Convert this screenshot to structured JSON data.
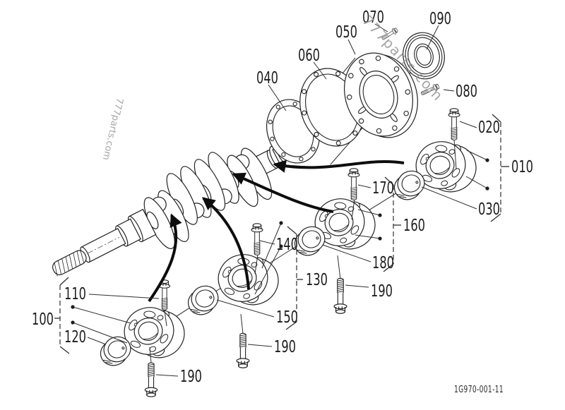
{
  "figure": {
    "code": "1G970-001-11",
    "watermark": "777parts.com",
    "callouts": {
      "010": "010",
      "020": "020",
      "030": "030",
      "040": "040",
      "050": "050",
      "060": "060",
      "070": "070",
      "080": "080",
      "090": "090",
      "100": "100",
      "110": "110",
      "120": "120",
      "130": "130",
      "140": "140",
      "150": "150",
      "160": "160",
      "170": "170",
      "180": "180",
      "190": "190"
    }
  }
}
